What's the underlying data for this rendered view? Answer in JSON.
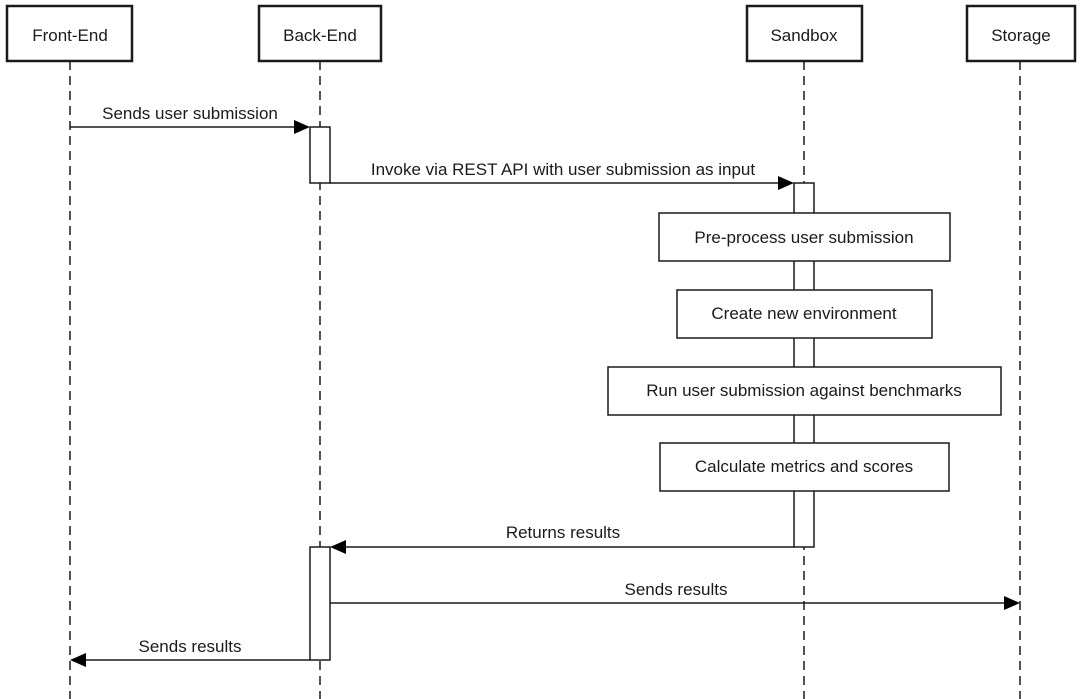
{
  "participants": {
    "frontend": "Front-End",
    "backend": "Back-End",
    "sandbox": "Sandbox",
    "storage": "Storage"
  },
  "messages": {
    "sends_user_submission": "Sends user submission",
    "invoke_rest_api": "Invoke via REST API with user submission as input",
    "returns_results": "Returns results",
    "sends_results_to_storage": "Sends results",
    "sends_results_to_frontend": "Sends results"
  },
  "sandbox_steps": {
    "preprocess": "Pre-process user submission",
    "create_env": "Create new environment",
    "run_benchmarks": "Run user submission against benchmarks",
    "calc_metrics": "Calculate metrics and scores"
  }
}
